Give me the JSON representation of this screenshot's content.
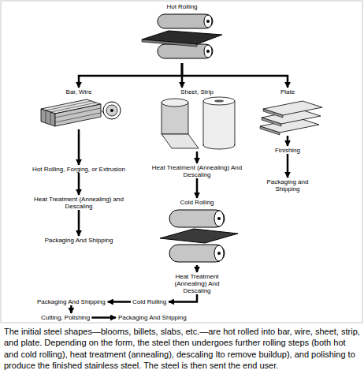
{
  "diagram": {
    "caption": "The initial steel shapes—blooms, billets, slabs, etc.—are hot rolled into bar, wire, sheet, strip, and plate. Depending on the form, the steel then undergoes further rolling steps (both hot and cold rolling), heat treatment (annealing), descaling Ito remove buildup), and polishing to produce the finished stainless steel. The steel is then sent the end user.",
    "nodes": [
      {
        "text": [
          "Hot Rolling"
        ]
      },
      {
        "text": [
          "Bar, Wire"
        ]
      },
      {
        "text": [
          "Sheet, Strip"
        ]
      },
      {
        "text": [
          "Plate"
        ]
      },
      {
        "text": [
          "Hot Rolling, Forging, or Extrusion"
        ]
      },
      {
        "text": [
          "Heat Treatment (Annealing) and Descaling"
        ]
      },
      {
        "text": [
          "Packaging And Shipping"
        ]
      },
      {
        "text": [
          "Heat Treatment (Annealing) And Descaling"
        ]
      },
      {
        "text": [
          "Cold Rolling"
        ]
      },
      {
        "text": [
          "Heat Treatment (Annealing) And Descaling"
        ]
      },
      {
        "text": [
          "Finishing"
        ]
      },
      {
        "text": [
          "Packaging and Shipping"
        ]
      },
      {
        "text": [
          "Cold Rolling"
        ]
      },
      {
        "text": [
          "Packaging And Shipping"
        ]
      },
      {
        "text": [
          "Cutting, Polishing"
        ]
      },
      {
        "text": [
          "Packaging And Shipping"
        ]
      }
    ],
    "edges": [
      {
        "from": 0,
        "to": 1,
        "arrow": "to"
      },
      {
        "from": 0,
        "to": 2,
        "arrow": "to"
      },
      {
        "from": 0,
        "to": 3,
        "arrow": "to"
      },
      {
        "from": 1,
        "to": 4,
        "arrow": "to"
      },
      {
        "from": 4,
        "to": 5,
        "arrow": "to"
      },
      {
        "from": 5,
        "to": 6,
        "arrow": "to"
      },
      {
        "from": 2,
        "to": 7,
        "arrow": "to"
      },
      {
        "from": 7,
        "to": 8,
        "arrow": "to"
      },
      {
        "from": 8,
        "to": 9,
        "arrow": "to"
      },
      {
        "from": 9,
        "to": 12,
        "arrow": "to"
      },
      {
        "from": 12,
        "to": 13,
        "arrow": "to"
      },
      {
        "from": 13,
        "to": 14,
        "arrow": "to"
      },
      {
        "from": 14,
        "to": 15,
        "arrow": "to"
      },
      {
        "from": 3,
        "to": 10,
        "arrow": "to"
      },
      {
        "from": 10,
        "to": 11,
        "arrow": "to"
      }
    ]
  }
}
